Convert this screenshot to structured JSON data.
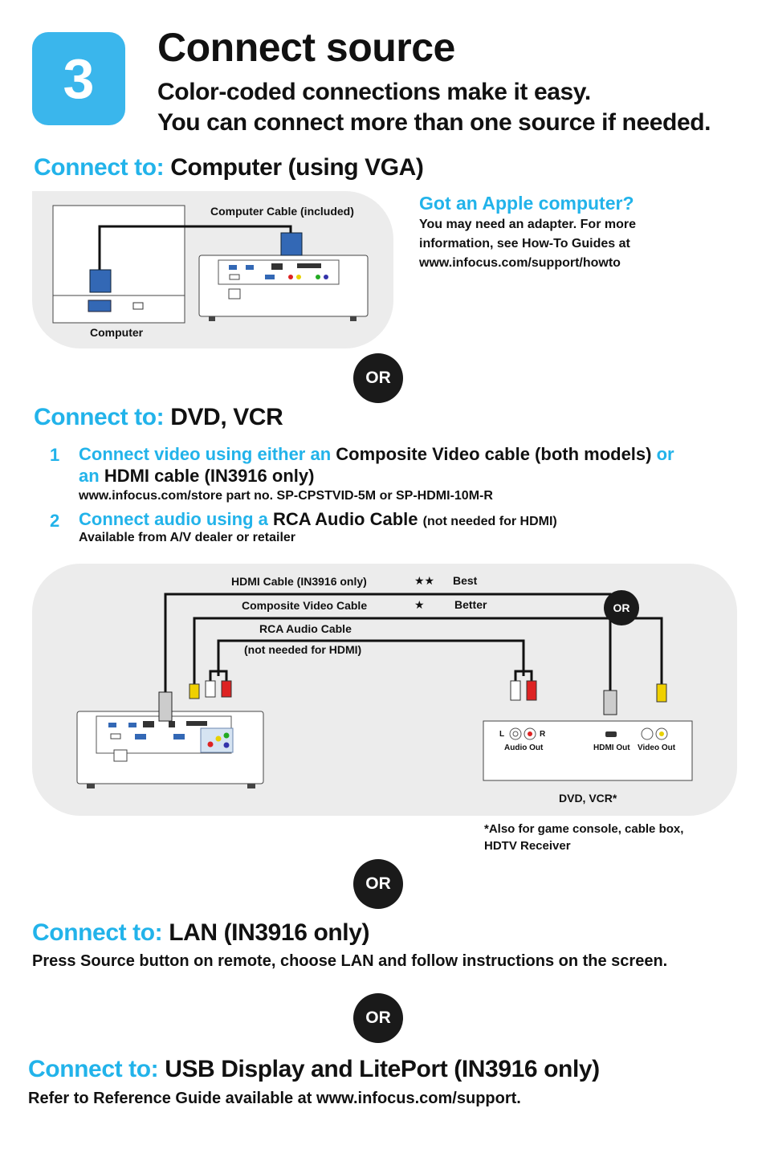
{
  "header": {
    "step_number": "3",
    "title": "Connect source",
    "subtitle_line1": "Color-coded connections make it easy.",
    "subtitle_line2": "You can connect more than one source if needed."
  },
  "colors": {
    "accent": "#22b3ea",
    "step_box": "#3ab6ec",
    "panel": "#ececec",
    "or_badge": "#1a1a1a"
  },
  "vga": {
    "prefix": "Connect to:",
    "target": "Computer (using VGA)",
    "cable_label": "Computer Cable (included)",
    "computer_label": "Computer",
    "apple_heading": "Got an Apple computer?",
    "apple_line1": "You may need an adapter. For more",
    "apple_line2": "information, see How-To Guides at",
    "apple_line3": "www.infocus.com/support/howto"
  },
  "or_label": "OR",
  "dvd": {
    "prefix": "Connect to:",
    "target": "DVD, VCR",
    "step1_num": "1",
    "step1_a": "Connect video using either an",
    "step1_b": "Composite Video cable (both models)",
    "step1_c": "or",
    "step1_d": "an",
    "step1_e": "HDMI cable (IN3916 only)",
    "step1_note": "www.infocus.com/store part no. SP-CPSTVID-5M or SP-HDMI-10M-R",
    "step2_num": "2",
    "step2_a": "Connect audio using a",
    "step2_b": "RCA Audio Cable",
    "step2_c": "(not needed for HDMI)",
    "step2_note": "Available from A/V dealer or retailer",
    "hdmi_cable": "HDMI Cable (IN3916 only)",
    "composite_cable": "Composite Video Cable",
    "rca_cable": "RCA Audio Cable",
    "rca_note": "(not needed for HDMI)",
    "best_stars": "★★",
    "best": "Best",
    "better_stars": "★",
    "better": "Better",
    "or_small": "OR",
    "port_l": "L",
    "port_r": "R",
    "audio_out": "Audio Out",
    "hdmi_out": "HDMI Out",
    "video_out": "Video Out",
    "device_label": "DVD, VCR*",
    "footnote_line1": "*Also for game console, cable box,",
    "footnote_line2": "HDTV Receiver"
  },
  "lan": {
    "prefix": "Connect to:",
    "target": "LAN (IN3916 only)",
    "instruction": "Press Source button on remote, choose LAN and follow instructions on the screen."
  },
  "usb": {
    "prefix": "Connect to:",
    "target": "USB Display and LitePort (IN3916 only)",
    "instruction": "Refer to Reference Guide available at www.infocus.com/support."
  }
}
